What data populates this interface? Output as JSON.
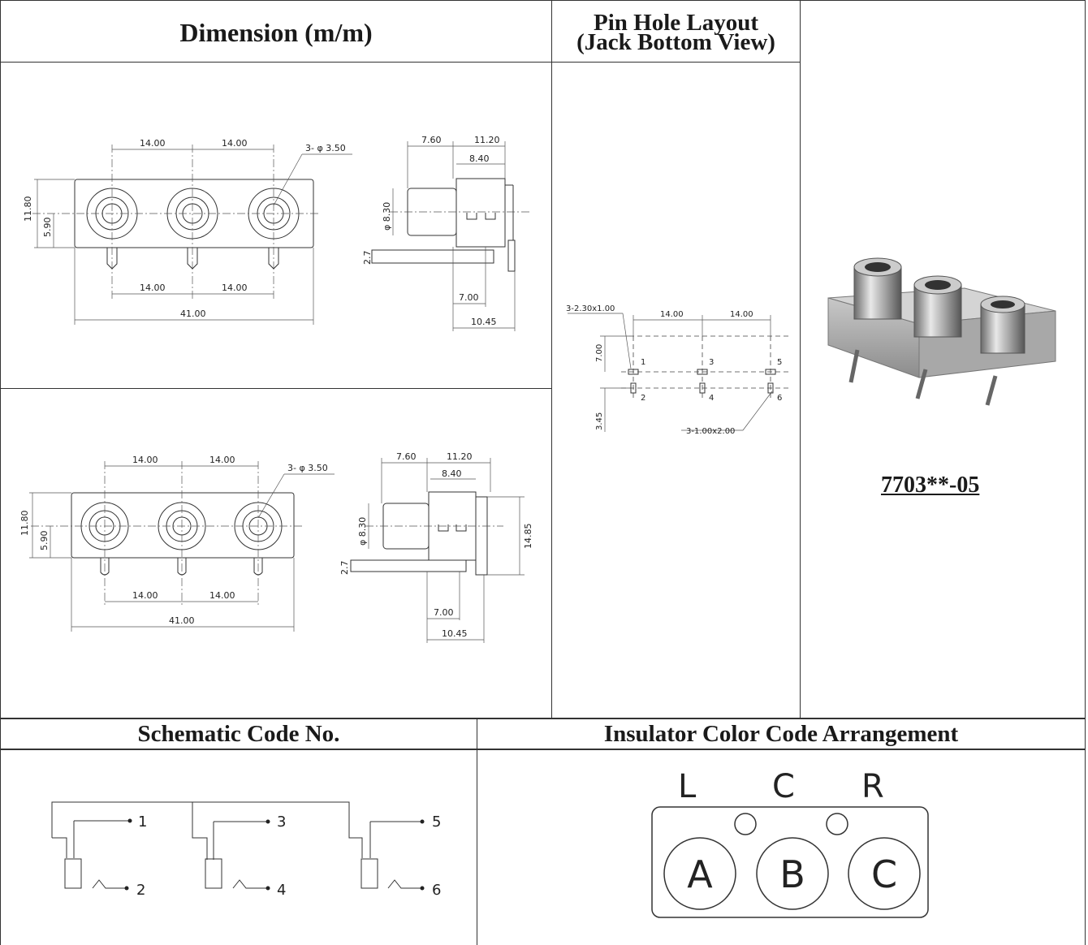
{
  "headers": {
    "dimension": "Dimension (m/m)",
    "pin_hole_line1": "Pin Hole Layout",
    "pin_hole_line2": "(Jack Bottom View)",
    "schematic": "Schematic Code No.",
    "insulator": "Insulator Color Code Arrangement"
  },
  "part_number": "7703**-05",
  "drawing_top": {
    "pitch1": "14.00",
    "pitch2": "14.00",
    "hole": "3- φ 3.50",
    "height": "11.80",
    "center": "5.90",
    "pin_pitch1": "14.00",
    "pin_pitch2": "14.00",
    "width": "41.00",
    "side_a": "7.60",
    "side_b": "11.20",
    "side_c": "8.40",
    "side_dia": "φ 8.30",
    "side_t": "2.7",
    "side_d": "7.00",
    "side_e": "10.45"
  },
  "drawing_bottom": {
    "pitch1": "14.00",
    "pitch2": "14.00",
    "hole": "3- φ 3.50",
    "height": "11.80",
    "center": "5.90",
    "pin_pitch1": "14.00",
    "pin_pitch2": "14.00",
    "width": "41.00",
    "side_a": "7.60",
    "side_b": "11.20",
    "side_c": "8.40",
    "side_dia": "φ 8.30",
    "side_t": "2.7",
    "side_d": "7.00",
    "side_e": "10.45",
    "side_h": "14.85"
  },
  "pin_layout": {
    "slot": "3-2.30x1.00",
    "pitch1": "14.00",
    "pitch2": "14.00",
    "row_gap": "7.00",
    "offset": "3.45",
    "hole": "3-1.00x2.00",
    "pins": [
      "1",
      "2",
      "3",
      "4",
      "5",
      "6"
    ]
  },
  "schematic": {
    "pins": [
      "1",
      "2",
      "3",
      "4",
      "5",
      "6"
    ]
  },
  "insulator": {
    "top_labels": [
      "L",
      "C",
      "R"
    ],
    "circle_labels": [
      "A",
      "B",
      "C"
    ]
  }
}
